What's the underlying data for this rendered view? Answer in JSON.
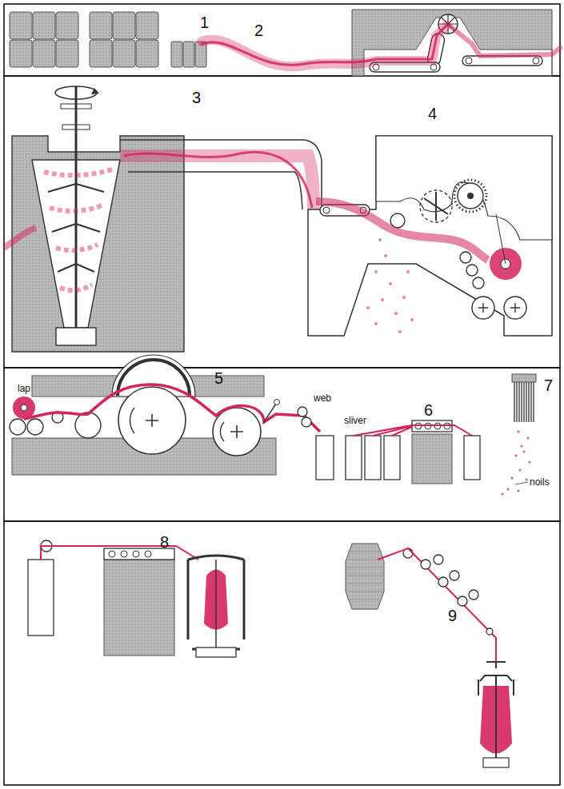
{
  "diagram": {
    "labels": [
      "1",
      "2",
      "3",
      "4",
      "lap",
      "5",
      "web",
      "sliver",
      "6",
      "7",
      "noils",
      "8",
      "9"
    ]
  }
}
